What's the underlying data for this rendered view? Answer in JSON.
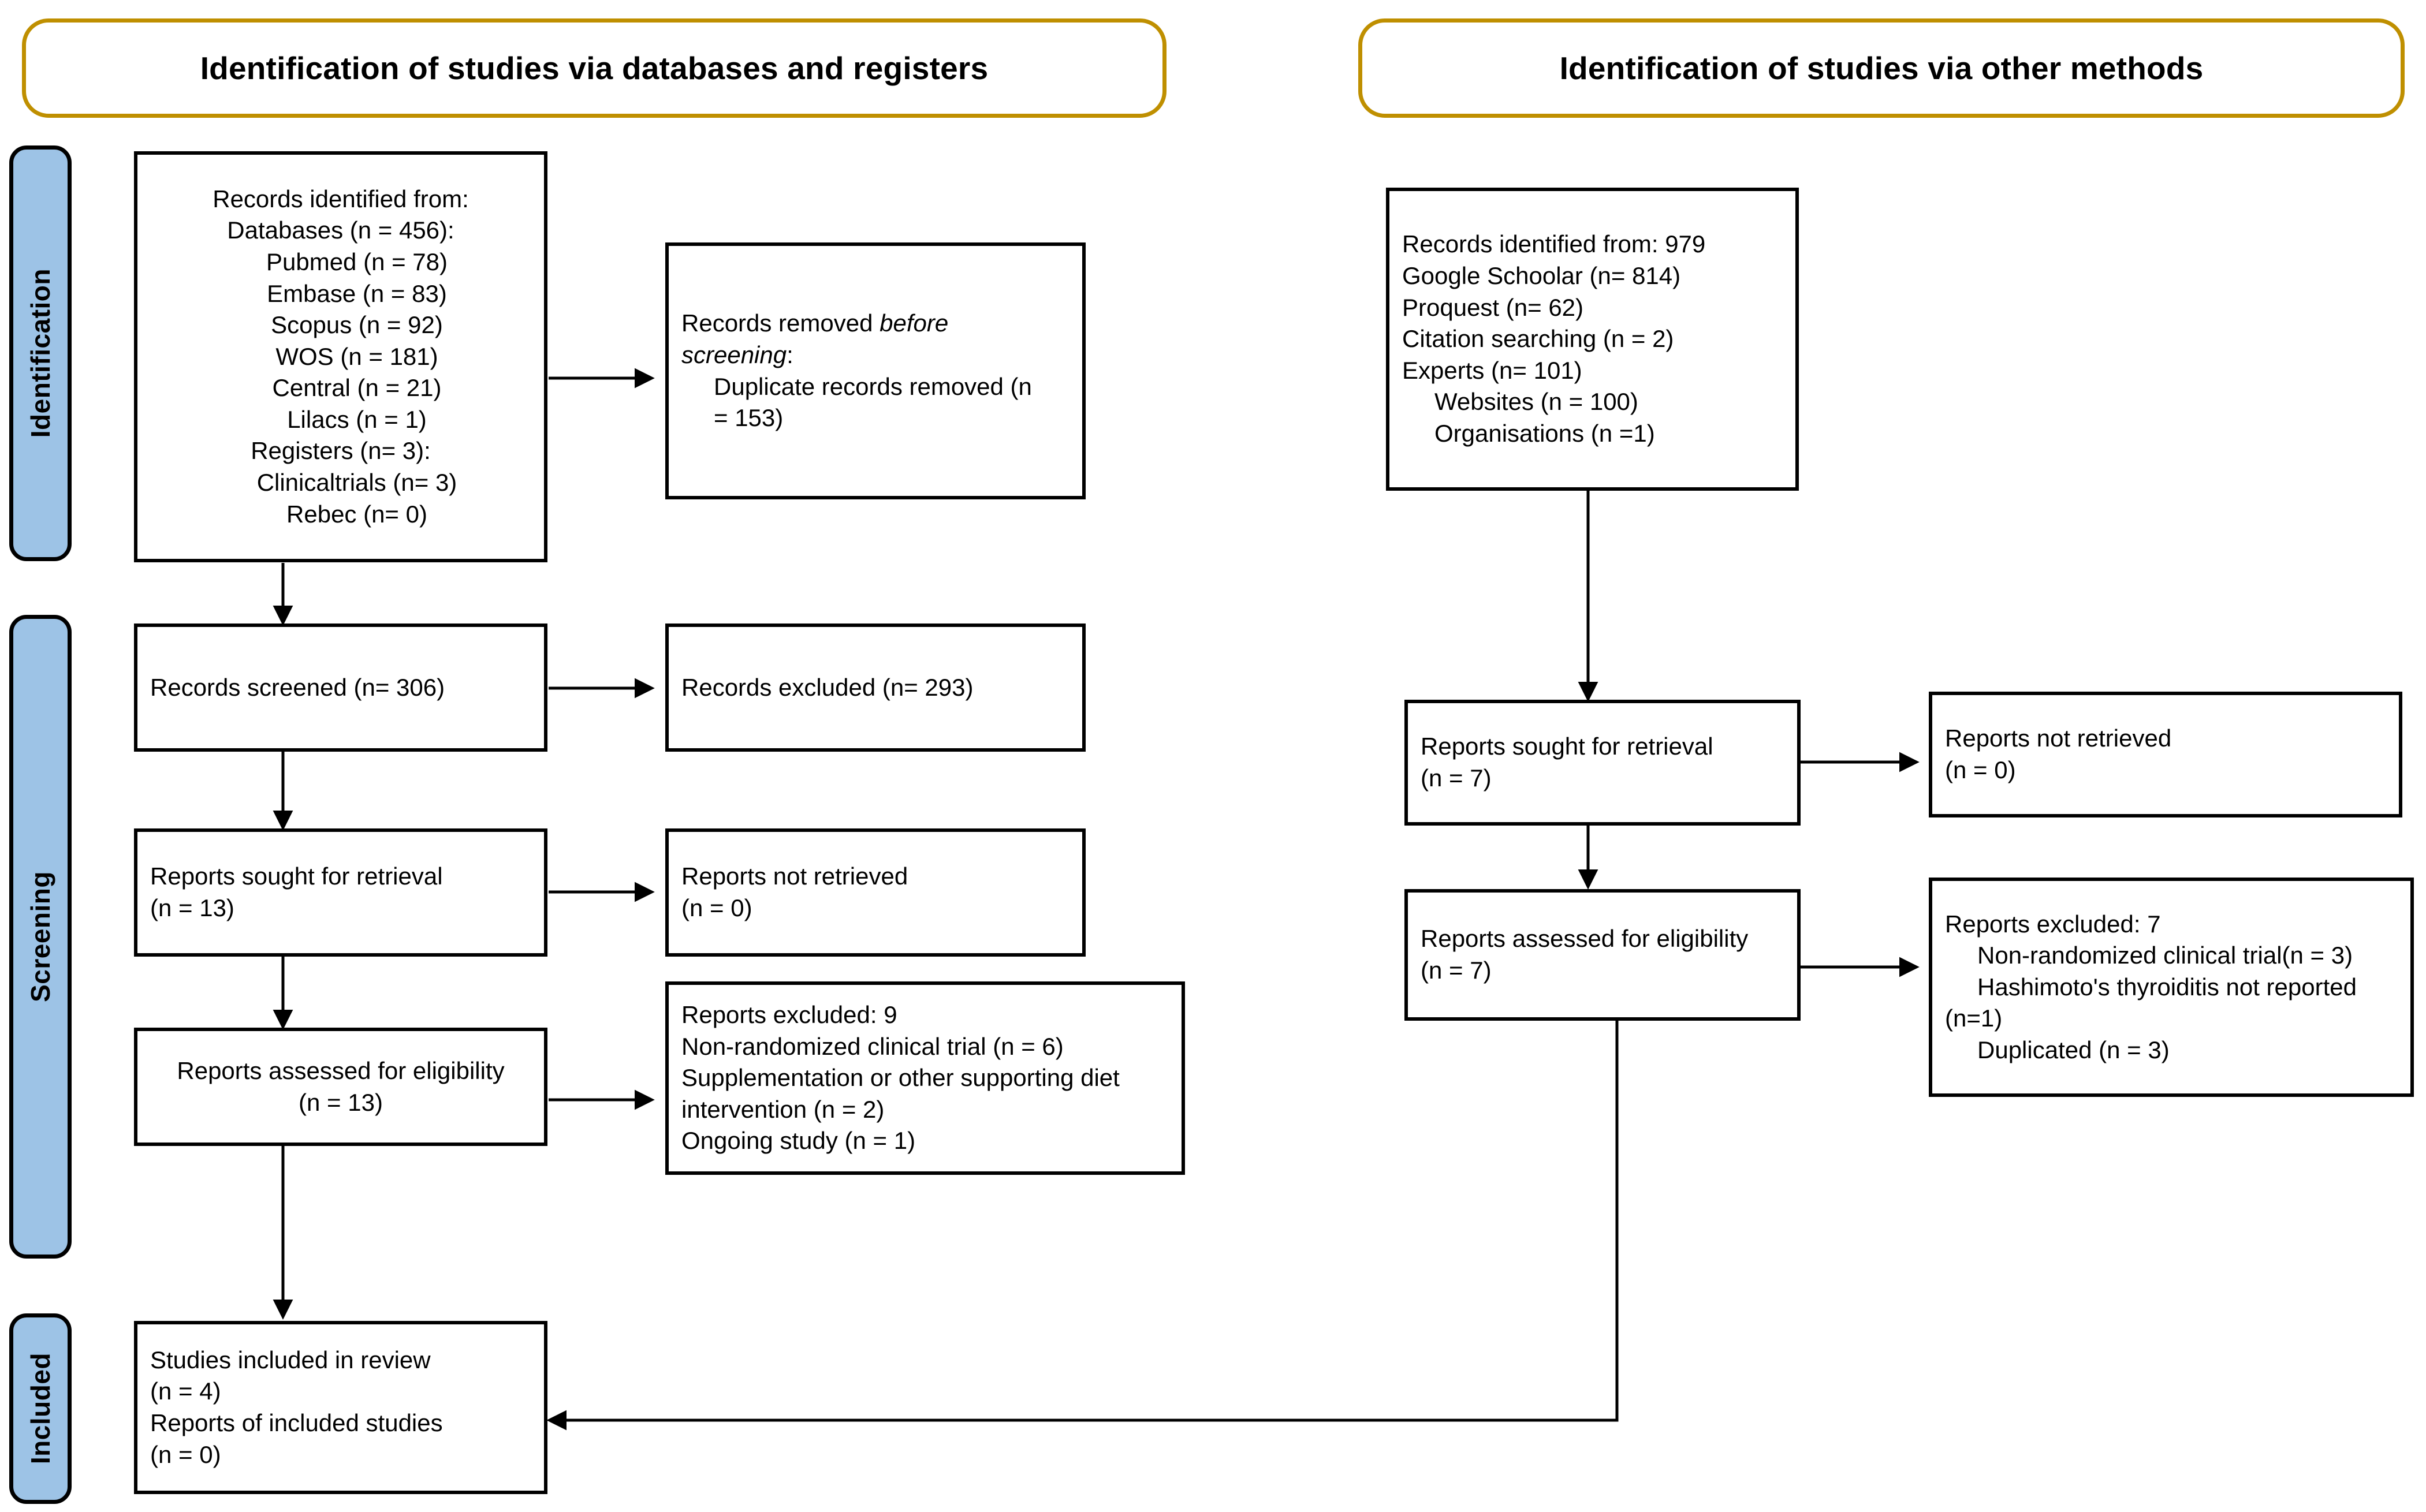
{
  "headers": [
    {
      "id": "databases",
      "label": "Identification of studies via databases and registers"
    },
    {
      "id": "other",
      "label": "Identification of studies via other methods"
    }
  ],
  "stages": [
    {
      "id": "identification",
      "label": "Identification"
    },
    {
      "id": "screening",
      "label": "Screening"
    },
    {
      "id": "included",
      "label": "Included"
    }
  ],
  "colors": {
    "header_border": "#BF8F00",
    "stage_fill": "#9DC3E6",
    "box_border": "#000000",
    "connector": "#000000",
    "text": "#000000",
    "background": "#ffffff"
  },
  "boxes": {
    "records_identified_db": {
      "lines": [
        {
          "text": "Records identified from:",
          "indent": 0
        },
        {
          "text": "Databases (n = 456):",
          "indent": 0
        },
        {
          "text": "Pubmed (n = 78)",
          "indent": 1
        },
        {
          "text": "Embase (n = 83)",
          "indent": 1
        },
        {
          "text": "Scopus (n = 92)",
          "indent": 1
        },
        {
          "text": "WOS (n = 181)",
          "indent": 1
        },
        {
          "text": "Central (n = 21)",
          "indent": 1
        },
        {
          "text": "Lilacs (n = 1)",
          "indent": 1
        },
        {
          "text": "Registers (n= 3):",
          "indent": 0
        },
        {
          "text": "Clinicaltrials (n= 3)",
          "indent": 1
        },
        {
          "text": "Rebec (n= 0)",
          "indent": 1
        }
      ]
    },
    "records_removed": {
      "lines": [
        {
          "text": "Records removed ",
          "indent": 0,
          "italic_tail": "before"
        },
        {
          "text": "screening",
          "indent": 0,
          "italic_head": true,
          "tail": ":"
        },
        {
          "text": "Duplicate records removed (n",
          "indent": 1
        },
        {
          "text": "= 153)",
          "indent": 1
        }
      ]
    },
    "records_screened": {
      "lines": [
        {
          "text": "Records screened (n= 306)",
          "indent": 0
        }
      ]
    },
    "records_excluded": {
      "lines": [
        {
          "text": "Records excluded (n= 293)",
          "indent": 0
        }
      ]
    },
    "reports_sought_db": {
      "lines": [
        {
          "text": "Reports sought for retrieval",
          "indent": 0
        },
        {
          "text": "(n = 13)",
          "indent": 0
        }
      ]
    },
    "reports_not_retrieved_db": {
      "lines": [
        {
          "text": "Reports not retrieved",
          "indent": 0
        },
        {
          "text": "(n = 0)",
          "indent": 0
        }
      ]
    },
    "reports_assessed_db": {
      "lines": [
        {
          "text": "Reports assessed for eligibility",
          "indent": 0
        },
        {
          "text": "(n = 13)",
          "indent": 0
        }
      ]
    },
    "reports_excluded_db": {
      "lines": [
        {
          "text": "Reports excluded: 9",
          "indent": 0
        },
        {
          "text": "Non-randomized clinical trial (n = 6)",
          "indent": 0
        },
        {
          "text": "Supplementation or other supporting diet",
          "indent": 0
        },
        {
          "text": "intervention (n = 2)",
          "indent": 0
        },
        {
          "text": "Ongoing study (n = 1)",
          "indent": 0
        }
      ]
    },
    "records_identified_other": {
      "lines": [
        {
          "text": "Records identified from: 979",
          "indent": 0
        },
        {
          "text": "Google Schoolar (n= 814)",
          "indent": 0
        },
        {
          "text": "Proquest (n= 62)",
          "indent": 0
        },
        {
          "text": "Citation searching (n = 2)",
          "indent": 0
        },
        {
          "text": "Experts (n= 101)",
          "indent": 0
        },
        {
          "text": "Websites (n = 100)",
          "indent": 1
        },
        {
          "text": "Organisations (n =1)",
          "indent": 1
        }
      ]
    },
    "reports_sought_other": {
      "lines": [
        {
          "text": "Reports sought for retrieval",
          "indent": 0
        },
        {
          "text": "(n = 7)",
          "indent": 0
        }
      ]
    },
    "reports_not_retrieved_other": {
      "lines": [
        {
          "text": "Reports not retrieved",
          "indent": 0
        },
        {
          "text": "(n = 0)",
          "indent": 0
        }
      ]
    },
    "reports_assessed_other": {
      "lines": [
        {
          "text": "Reports assessed for eligibility",
          "indent": 0
        },
        {
          "text": "(n = 7)",
          "indent": 0
        }
      ]
    },
    "reports_excluded_other": {
      "lines": [
        {
          "text": "Reports excluded: 7",
          "indent": 0
        },
        {
          "text": "Non-randomized clinical trial(n = 3)",
          "indent": 1
        },
        {
          "text": "Hashimoto's thyroiditis not reported",
          "indent": 1
        },
        {
          "text": "(n=1)",
          "indent": 1
        },
        {
          "text": "Duplicated (n = 3)",
          "indent": 1
        }
      ]
    },
    "studies_included": {
      "lines": [
        {
          "text": "Studies included in review",
          "indent": 0
        },
        {
          "text": "(n = 4)",
          "indent": 0
        },
        {
          "text": "Reports of included studies",
          "indent": 0
        },
        {
          "text": "(n = 0)",
          "indent": 0
        }
      ]
    }
  }
}
